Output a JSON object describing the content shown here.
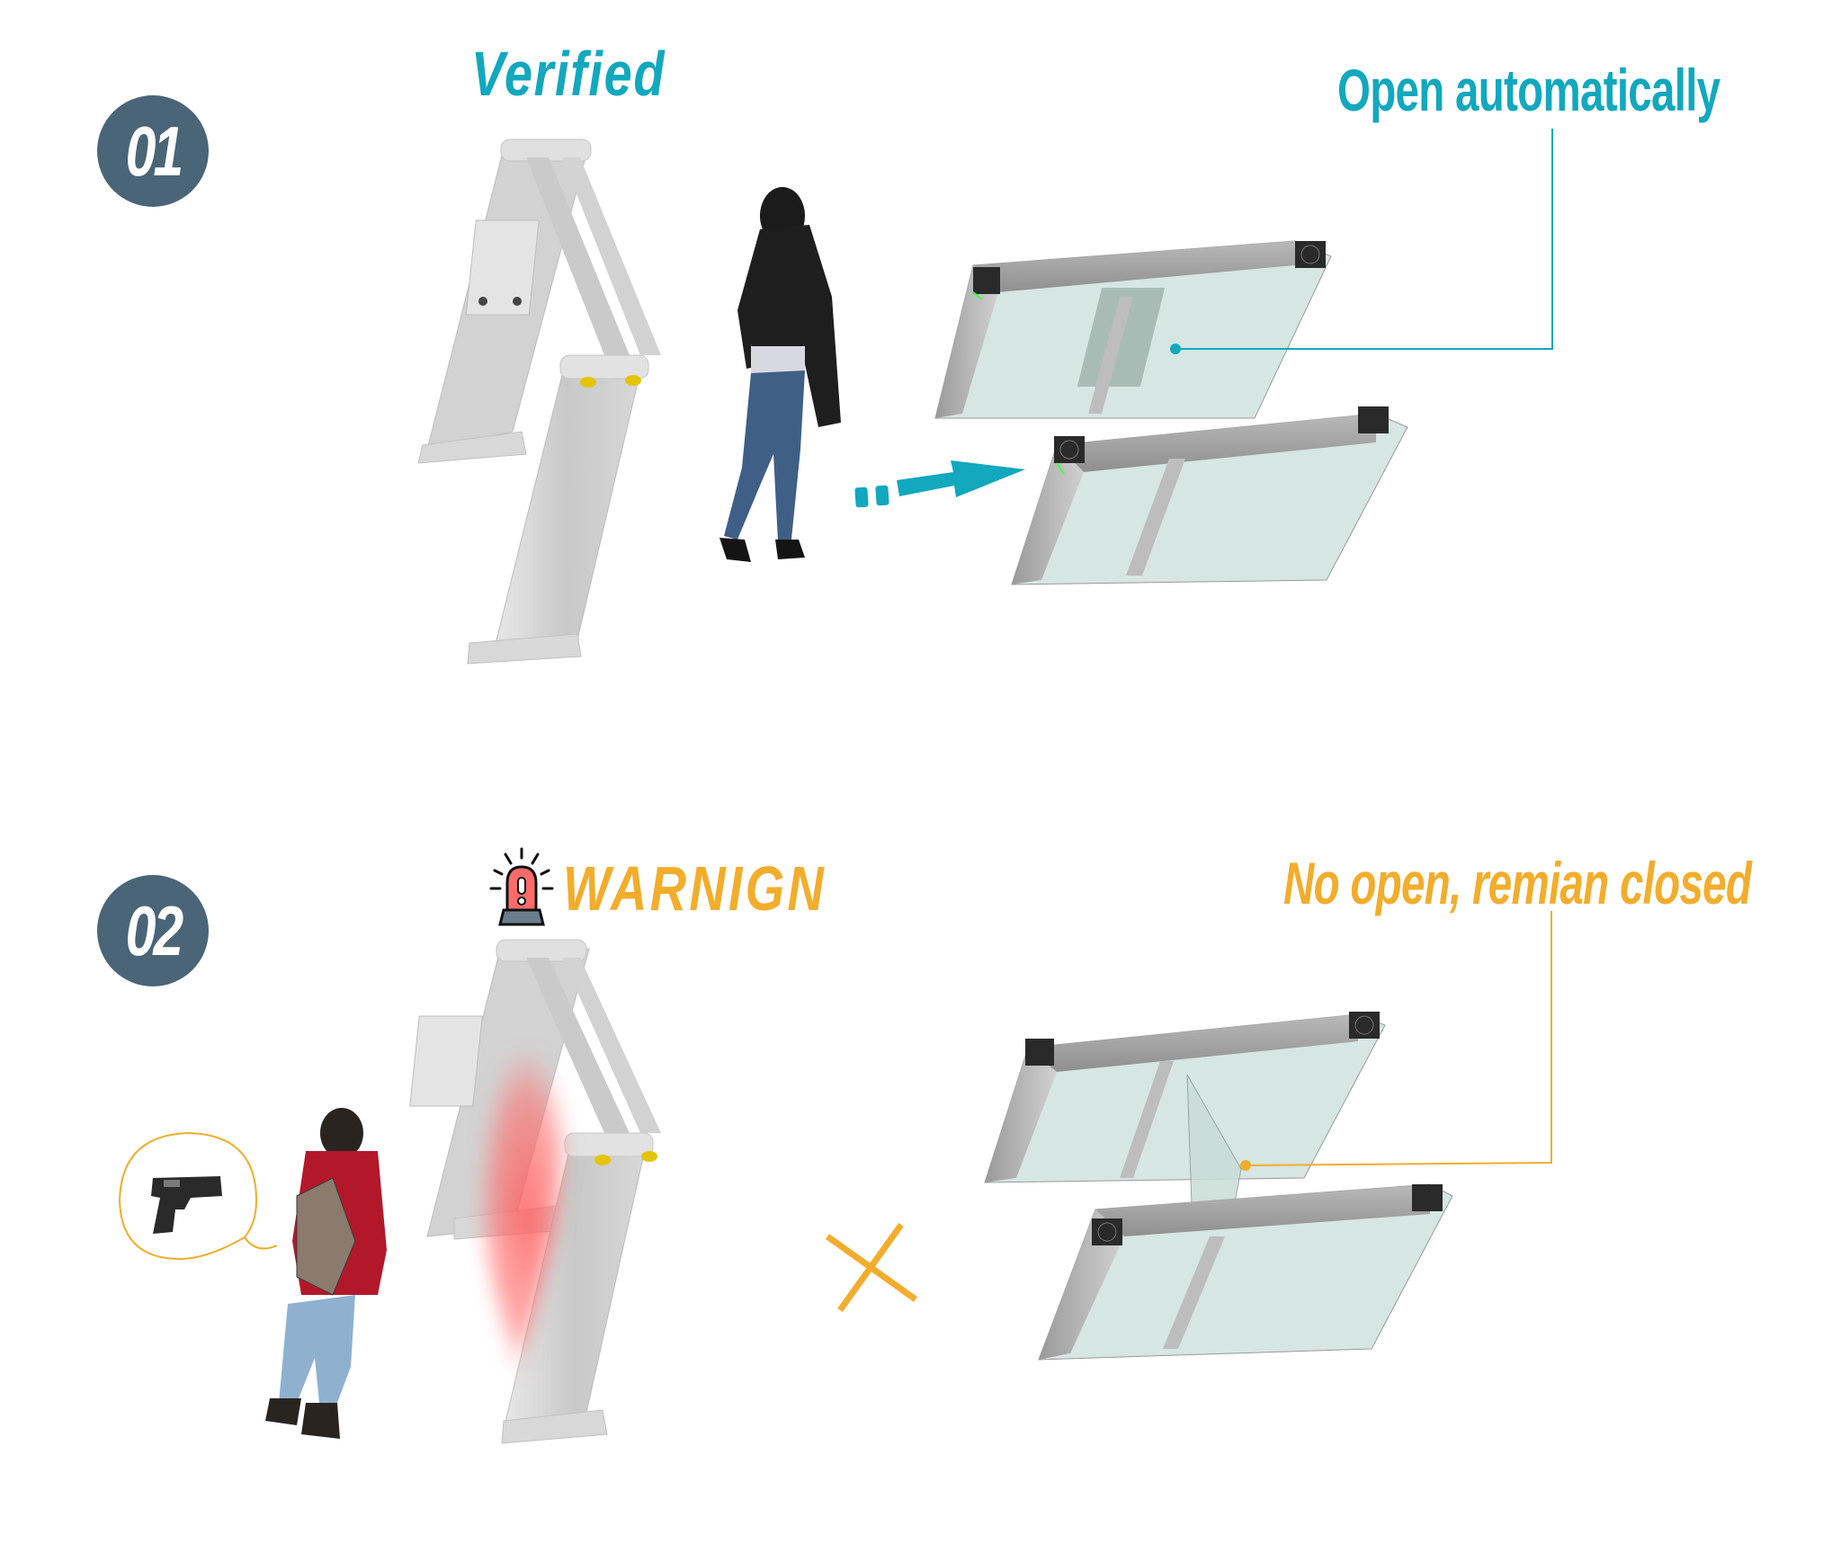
{
  "colors": {
    "teal": "#12A8BE",
    "orange": "#F2AD2C",
    "badge": "#4A6577",
    "alarm_red": "#FF6B6B",
    "metal": "#BDBDBD",
    "glass": "#D6E6E2"
  },
  "steps": [
    {
      "number": "01",
      "status_label": "Verified",
      "gate_label": "Open automatically",
      "status_icon": "none",
      "flow_icon": "dashed-arrow-icon",
      "person": "woman-walking",
      "gate_state": "open"
    },
    {
      "number": "02",
      "status_label": "WARNIGN",
      "gate_label": "No open, remian closed",
      "status_icon": "alarm-siren-icon",
      "flow_icon": "cross-icon",
      "person": "person-with-backpack",
      "detected_item": "handgun-icon",
      "gate_state": "closed"
    }
  ]
}
